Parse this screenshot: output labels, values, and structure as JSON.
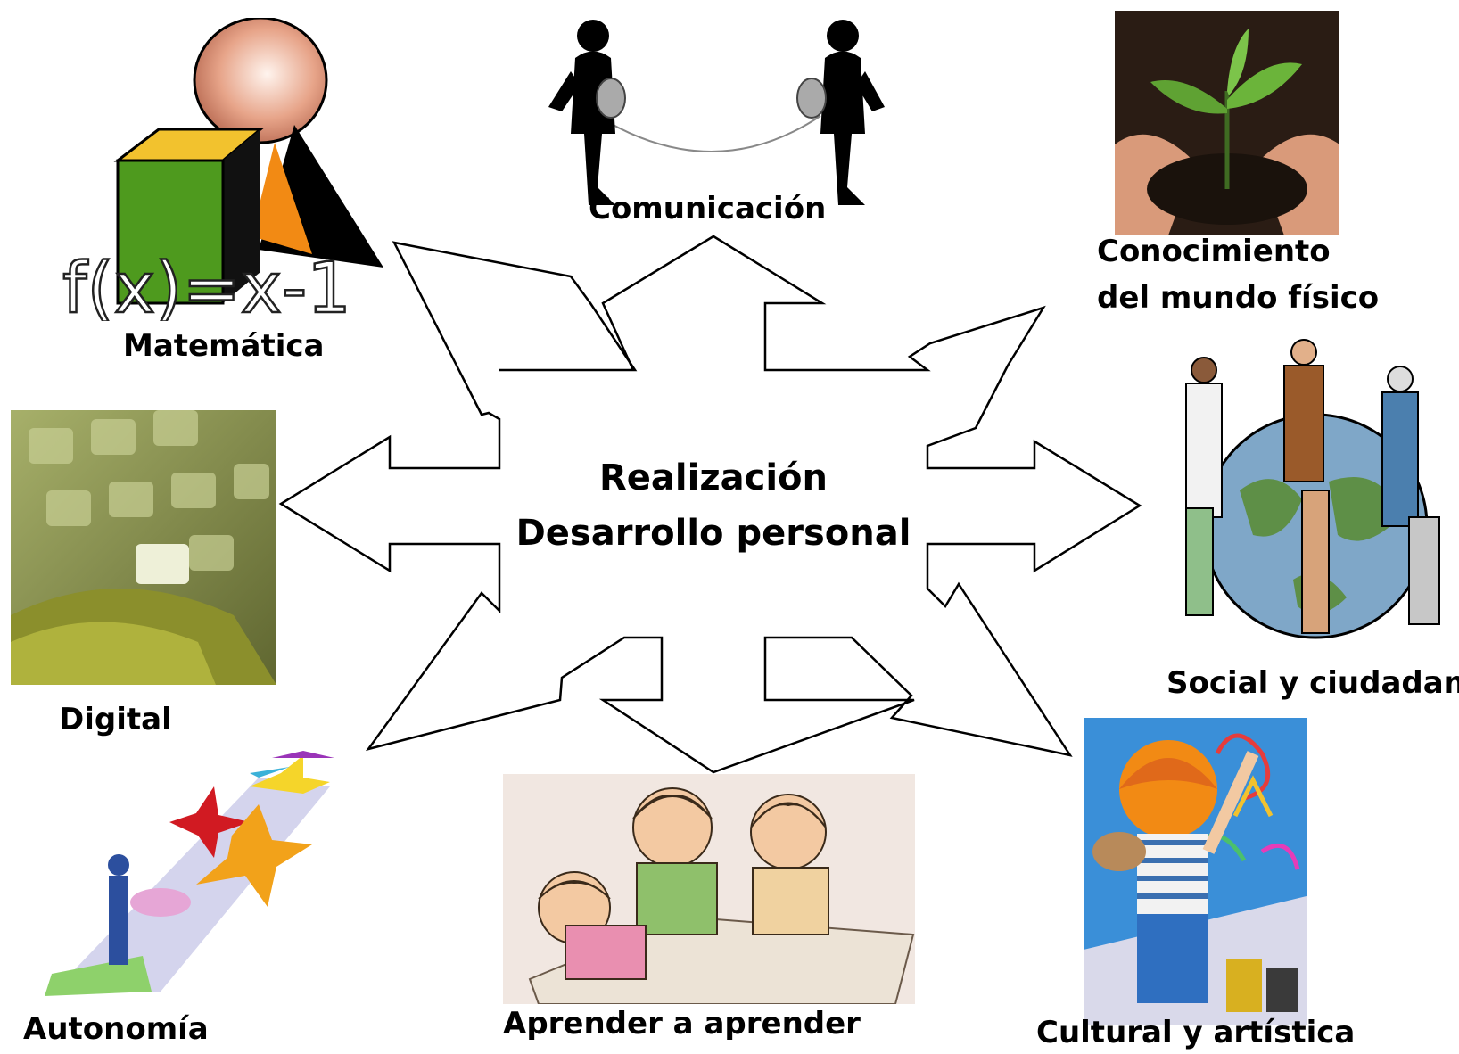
{
  "center": {
    "line1": "Realización",
    "line2": "Desarrollo personal"
  },
  "competencies": {
    "matematica": "Matemática",
    "comunicacion": "Comunicación",
    "conocimiento_line1": "Conocimiento",
    "conocimiento_line2": "del mundo físico",
    "digital": "Digital",
    "social": "Social y ciudadana",
    "autonomia": "Autonomía",
    "aprender": "Aprender a aprender",
    "cultural": "Cultural y artística"
  },
  "icons": {
    "matematica": "geometric-shapes-formula-illustration",
    "comunicacion": "tin-can-telephone-illustration",
    "conocimiento": "hands-holding-seedling-photo",
    "digital": "keyboard-closeup-photo",
    "social": "people-around-globe-illustration",
    "autonomia": "person-with-stars-path-illustration",
    "aprender": "children-drawing-illustration",
    "cultural": "child-painting-wall-illustration"
  },
  "formula_text": "f(x)=x-1",
  "colors": {
    "arrow_stroke": "#000000",
    "arrow_fill": "#ffffff",
    "text": "#000000"
  }
}
